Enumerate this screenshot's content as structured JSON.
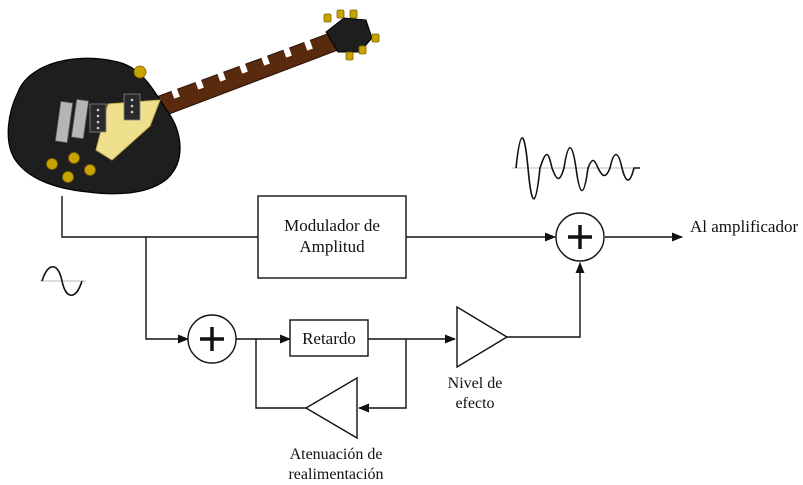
{
  "blocks": {
    "modulator": {
      "line1": "Modulador de",
      "line2": "Amplitud"
    },
    "delay": {
      "label": "Retardo"
    }
  },
  "outputs": {
    "amplifier": "Al amplificador"
  },
  "gains": {
    "effect_level": {
      "line1": "Nivel de",
      "line2": "efecto"
    },
    "feedback_attenuation": {
      "line1": "Atenuación de",
      "line2": "realimentación"
    }
  },
  "icons": {
    "input_device": "electric-guitar-icon",
    "input_signal": "sine-wave-icon",
    "output_signal": "modulated-wave-icon",
    "adder": "plus-icon"
  },
  "colors": {
    "guitar_body": "#1e1e1e",
    "pickguard": "#efe08e",
    "knobs": "#c8a400",
    "neck": "#5a2a0e",
    "pickups": "#b5b5b5",
    "lines": "#111111"
  }
}
